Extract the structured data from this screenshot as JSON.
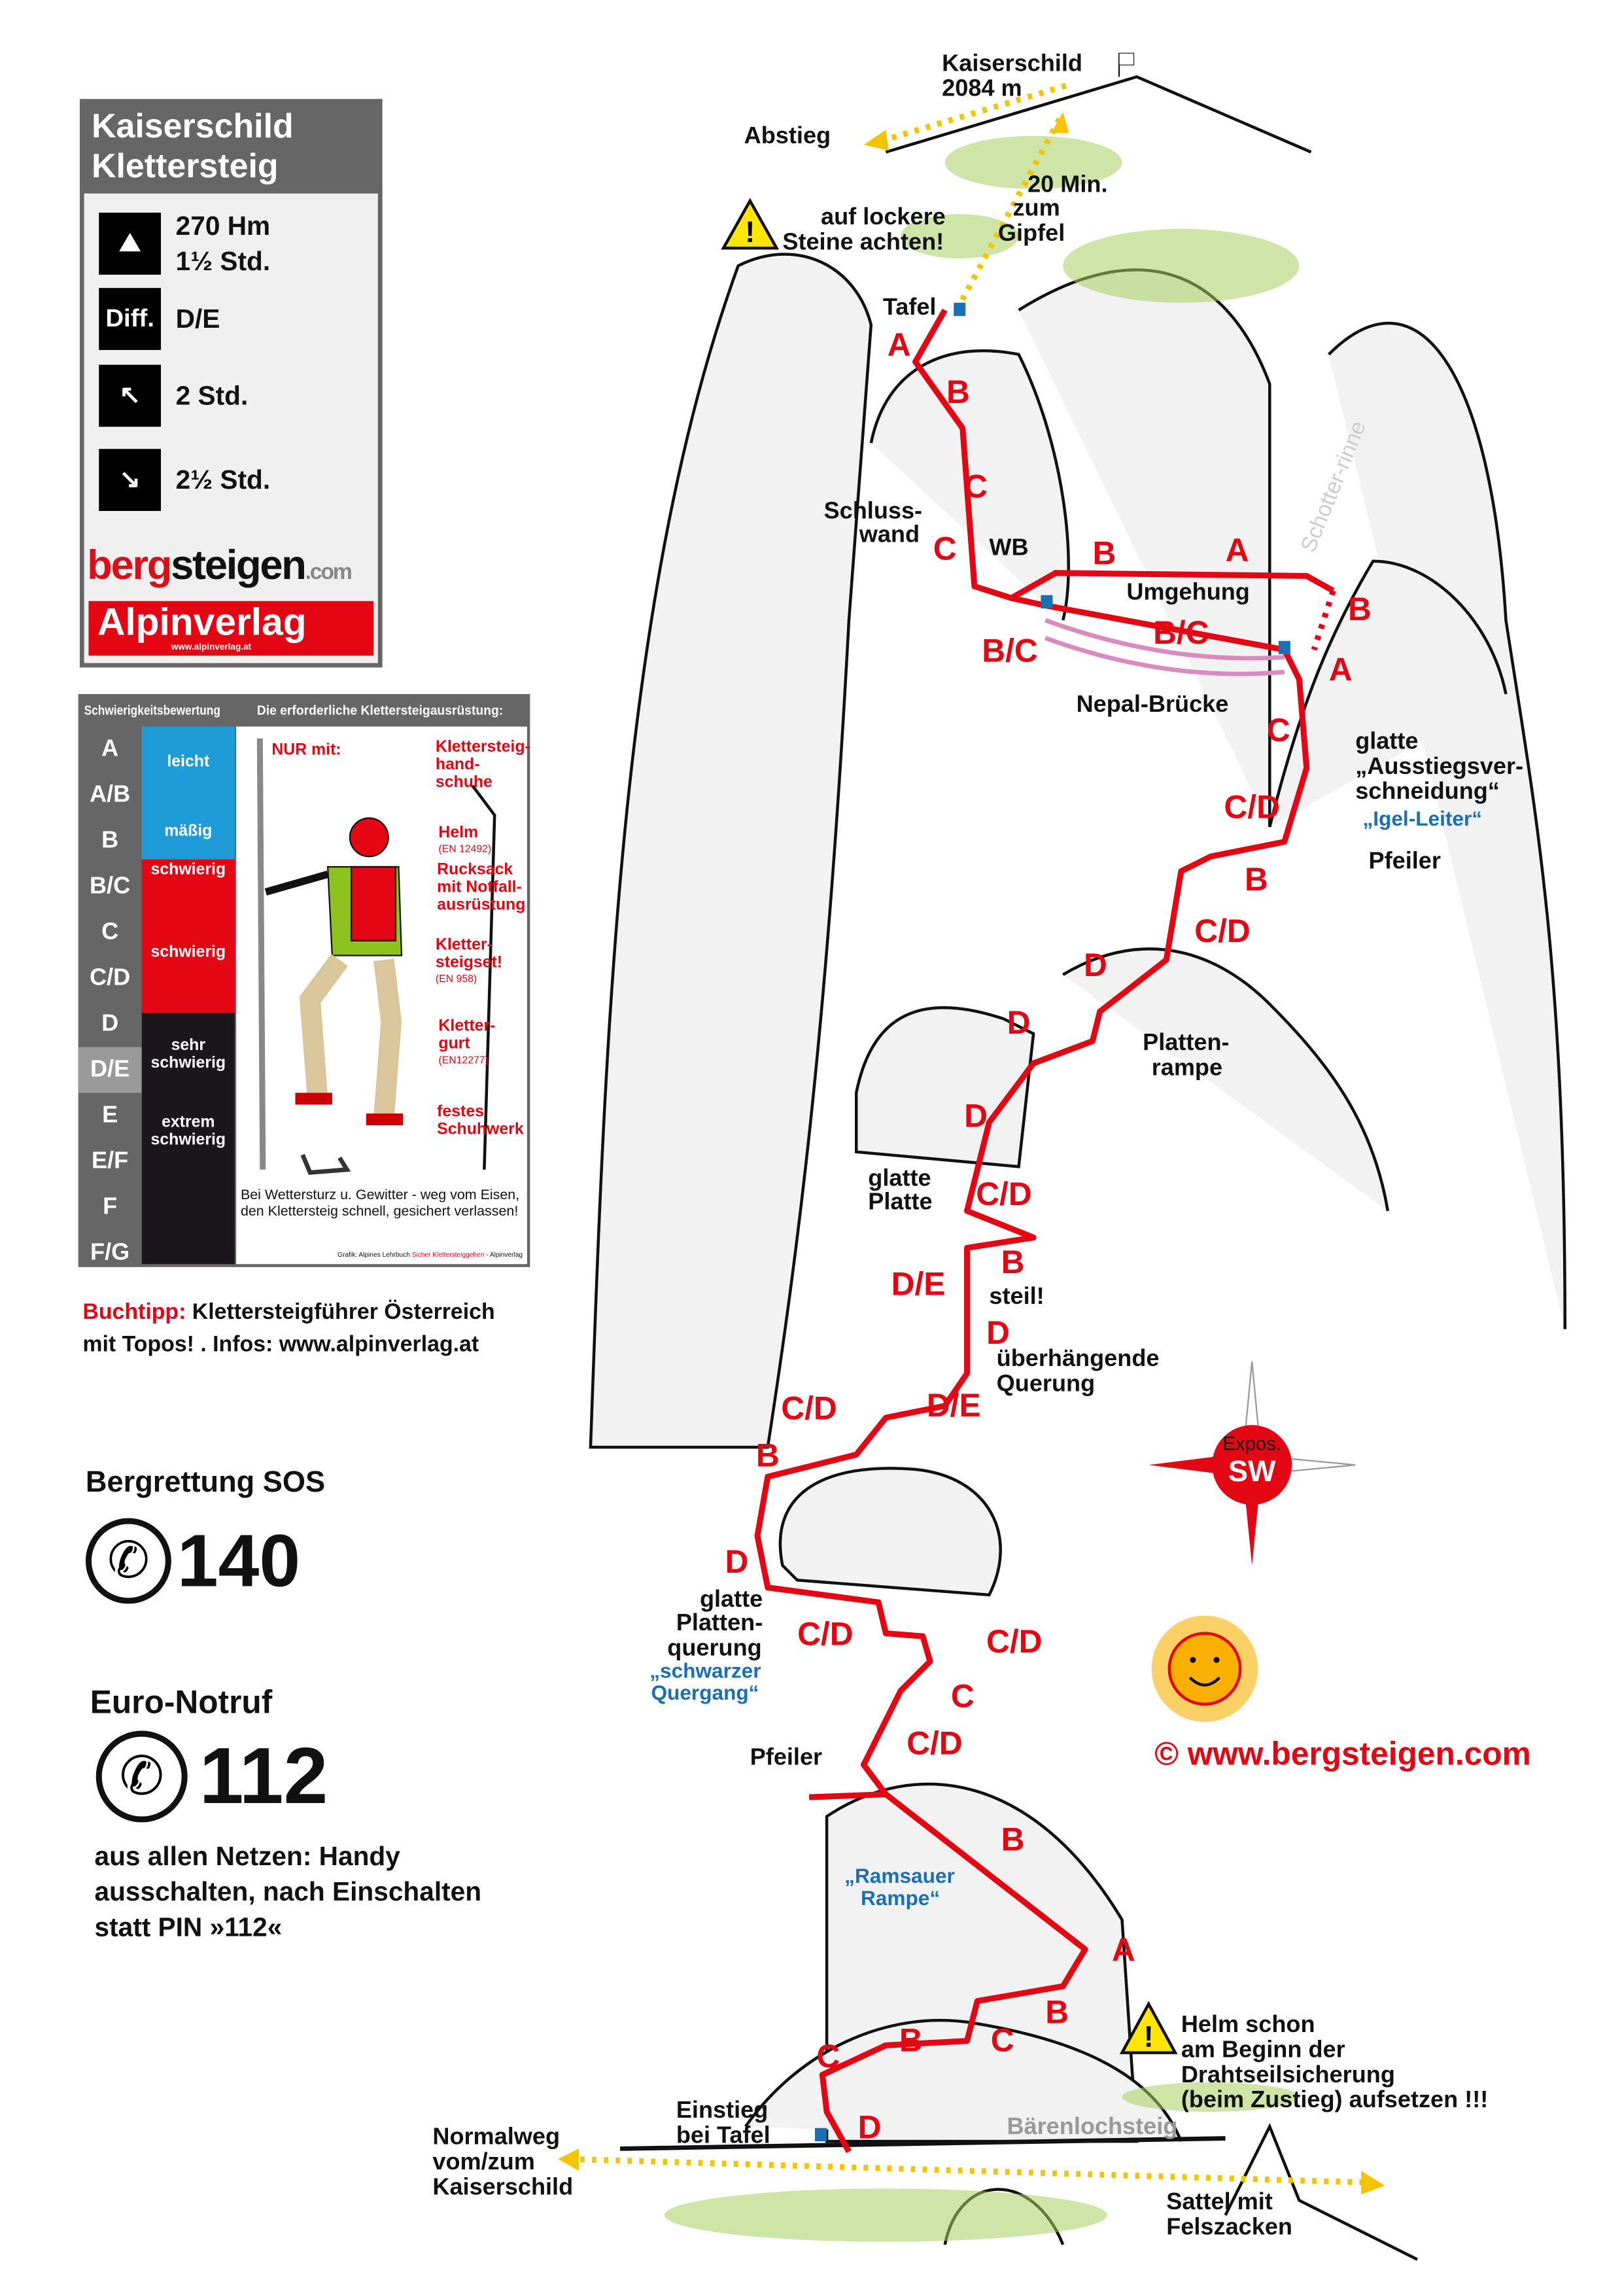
{
  "infobox": {
    "title1": "Kaiserschild",
    "title2": "Klettersteig",
    "ascent_hm": "270 Hm",
    "ascent_time": "1½ Std.",
    "diff_label": "Diff.",
    "difficulty": "D/E",
    "approach_time": "2 Std.",
    "descent_time": "2½ Std.",
    "logo_bergsteigen": [
      "berg",
      "steigen",
      ".com"
    ],
    "logo_alpinverlag": "Alpinverlag",
    "logo_alpinverlag_url": "www.alpinverlag.at"
  },
  "grading": {
    "header_left": "Schwierigkeitsbewertung",
    "header_right": "Die erforderliche Klettersteigausrüstung:",
    "grades": [
      "A",
      "A/B",
      "B",
      "B/C",
      "C",
      "C/D",
      "D",
      "D/E",
      "E",
      "E/F",
      "F",
      "F/G"
    ],
    "bands": [
      "leicht",
      "mäßig",
      "schwierig",
      "schwierig",
      "sehr schwierig",
      "extrem schwierig"
    ],
    "colors": {
      "easy": "#1e9cd8",
      "hard": "#e30613",
      "extreme": "#1a171b"
    },
    "equipment": {
      "intro": "NUR mit:",
      "gloves": "Klettersteig-hand-schuhe",
      "helmet": "Helm",
      "helmet_norm": "(EN 12492)",
      "backpack": "Rucksack mit Notfall-ausrüstung",
      "set": "Kletter-steigset!",
      "set_norm": "(EN 958)",
      "harness": "Kletter-gurt",
      "harness_norm": "(EN12277)",
      "shoes": "festes Schuhwerk"
    },
    "warning": "Bei Wettersturz u. Gewitter - weg vom Eisen, den Klettersteig schnell, gesichert verlassen!",
    "credit_a": "Grafik: Alpines Lehrbuch ",
    "credit_b": "Sicher Klettersteiggehen",
    "credit_c": " - Alpinverlag"
  },
  "buchtipp": {
    "label": "Buchtipp:",
    "text1": " Klettersteigführer Österreich",
    "text2": "mit Topos! . Infos: www.alpinverlag.at"
  },
  "emergency": {
    "sos_label": "Bergrettung SOS",
    "sos_number": "140",
    "euro_label": "Euro-Notruf",
    "euro_number": "112",
    "note1": "aus allen Netzen: Handy",
    "note2": "ausschalten, nach Einschalten",
    "note3": "statt PIN »112«"
  },
  "topo": {
    "summit1": "Kaiserschild",
    "summit2": "2084 m",
    "descent": "Abstieg",
    "to_summit": [
      "20 Min.",
      "zum",
      "Gipfel"
    ],
    "loose_rock": [
      "auf lockere",
      "Steine achten!"
    ],
    "sign_top": "Tafel",
    "schlusswand": [
      "Schluss-",
      "wand"
    ],
    "wb": "WB",
    "umgehung": "Umgehung",
    "nepal": "Nepal-Brücke",
    "ausstieg": [
      "glatte",
      "„Ausstiegsver-",
      "schneidung“"
    ],
    "igel": "„Igel-Leiter“",
    "pfeiler_top": "Pfeiler",
    "plattenrampe": [
      "Platten-",
      "rampe"
    ],
    "glatte_platte": [
      "glatte",
      "Platte"
    ],
    "steil": "steil!",
    "ueberhaengend": [
      "überhängende",
      "Querung"
    ],
    "plattenquerung": [
      "glatte",
      "Platten-",
      "querung"
    ],
    "schwarzer": [
      "„schwarzer",
      "Quergang“"
    ],
    "pfeiler_low": "Pfeiler",
    "ramsauer": [
      "„Ramsauer",
      "Rampe“"
    ],
    "helm_warn": [
      "Helm schon",
      "am Beginn der",
      "Drahtseilsicherung",
      "(beim Zustieg) aufsetzen !!!"
    ],
    "einstieg": [
      "Einstieg",
      "bei Tafel"
    ],
    "baerenloch": "Bärenlochsteig",
    "normalweg": [
      "Normalweg",
      "vom/zum",
      "Kaiserschild"
    ],
    "sattel": [
      "Sattel mit",
      "Felszacken"
    ],
    "schotter": "Schotter-rinne",
    "expos": "Expos.",
    "exposure": "SW",
    "copyright": "©  www.bergsteigen.com",
    "grades": [
      "A",
      "B",
      "C",
      "C",
      "B",
      "A",
      "B",
      "B/C",
      "B/C",
      "A",
      "C",
      "C/D",
      "B",
      "C/D",
      "D",
      "D",
      "D",
      "C/D",
      "B",
      "D/E",
      "D",
      "D/E",
      "C/D",
      "B",
      "D",
      "C/D",
      "C/D",
      "C",
      "C/D",
      "B",
      "A",
      "B",
      "C",
      "B",
      "C",
      "D"
    ]
  },
  "colors": {
    "route": "#e30613",
    "path": "#f5c400",
    "blue": "#1a6fb5"
  }
}
